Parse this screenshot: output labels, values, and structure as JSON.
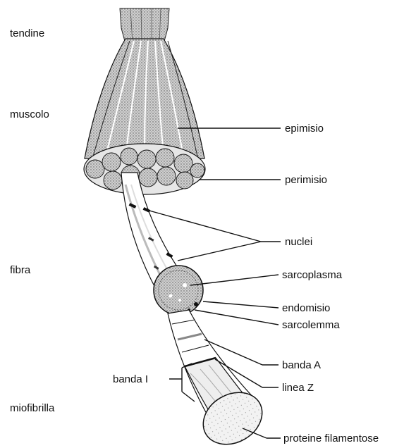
{
  "left_labels": {
    "tendine": "tendine",
    "muscolo": "muscolo",
    "fibra": "fibra",
    "miofibrilla": "miofibrilla"
  },
  "right_labels": {
    "epimisio": "epimisio",
    "perimisio": "perimisio",
    "nuclei": "nuclei",
    "sarcoplasma": "sarcoplasma",
    "endomisio": "endomisio",
    "sarcolemma": "sarcolemma",
    "banda_a": "banda A",
    "linea_z": "linea Z",
    "proteine": "proteine filamentose"
  },
  "inner_labels": {
    "banda_i": "banda I"
  },
  "colors": {
    "ink": "#111111",
    "shade": "#8a8a8a",
    "light": "#d8d8d8",
    "paper": "#ffffff"
  }
}
